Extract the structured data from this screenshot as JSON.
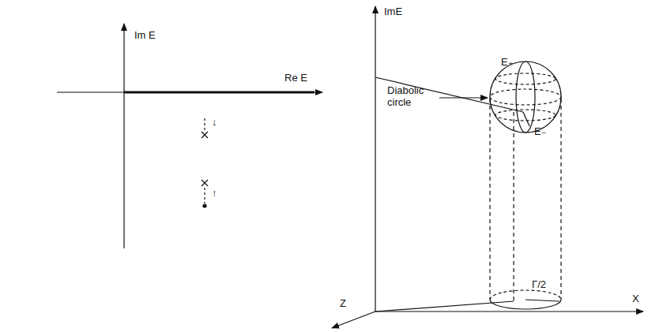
{
  "diagram": {
    "labels": [
      "Im E",
      "Re E",
      "↓",
      "↑",
      "ImE",
      "X",
      "Z",
      "Diabolic circle",
      "E₊",
      "E₋",
      "Γ/2"
    ]
  }
}
